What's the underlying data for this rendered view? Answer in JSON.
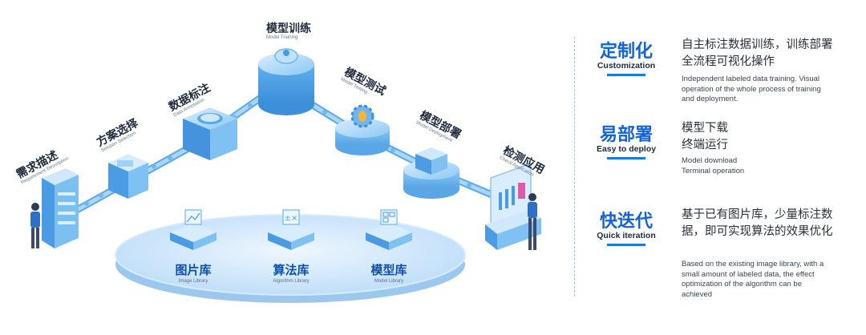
{
  "flow": {
    "stages": [
      {
        "zh": "需求描述",
        "en": "Requirement Description"
      },
      {
        "zh": "方案选择",
        "en": "Solution Selection"
      },
      {
        "zh": "数据标注",
        "en": "Data Annotation"
      },
      {
        "zh": "模型训练",
        "en": "Model Training"
      },
      {
        "zh": "模型测试",
        "en": "Model Testing"
      },
      {
        "zh": "模型部署",
        "en": "Model Deployment"
      },
      {
        "zh": "检测应用",
        "en": "Check Application"
      }
    ],
    "libraries": [
      {
        "zh": "图片库",
        "en": "Image Library",
        "icon": "image-library-icon"
      },
      {
        "zh": "算法库",
        "en": "Algorithm Library",
        "icon": "algorithm-library-icon"
      },
      {
        "zh": "模型库",
        "en": "Model Library",
        "icon": "model-library-icon"
      }
    ]
  },
  "features": [
    {
      "title": "定制化",
      "subtitle": "Customization",
      "desc": "自主标注数据训练，训练部署全流程可视化操作",
      "desc_en": "Independent labeled data training. Visual operation of the whole process of training and deployment."
    },
    {
      "title": "易部署",
      "subtitle": "Easy to deploy",
      "desc": "模型下载\n终端运行",
      "desc_en": "Model download\nTerminal operation"
    },
    {
      "title": "快迭代",
      "subtitle": "Quick iteration",
      "desc": "基于已有图片库，少量标注数据，即可实现算法的效果优化",
      "desc_en": "Based on the existing image library, with a small amount of labeled data, the effect optimization of the algorithm can be achieved"
    }
  ],
  "colors": {
    "accent": "#1463d6",
    "bar": "#1a78e0",
    "platform": "#cfe6fb",
    "machine": "#63b0ec"
  }
}
